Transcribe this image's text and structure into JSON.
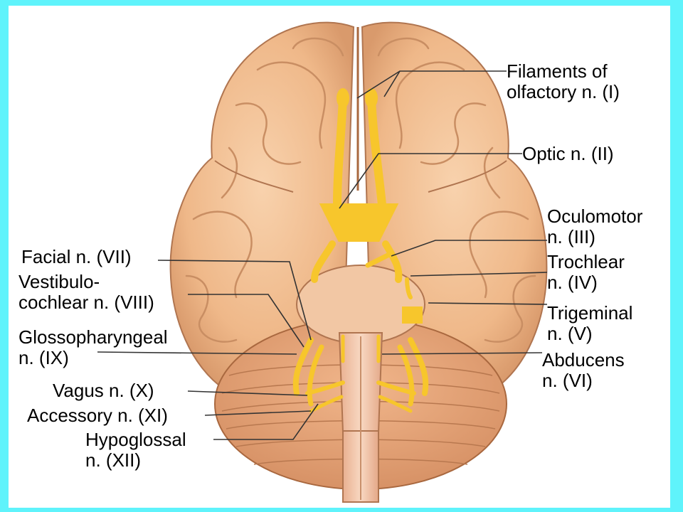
{
  "labels": {
    "olfactory": {
      "line1": "Filaments of",
      "line2": "olfactory n. (I)"
    },
    "optic": {
      "line1": "Optic n. (II)"
    },
    "oculomotor": {
      "line1": "Oculomotor",
      "line2": "n. (III)"
    },
    "trochlear": {
      "line1": "Trochlear",
      "line2": "n. (IV)"
    },
    "trigeminal": {
      "line1": "Trigeminal",
      "line2": "n. (V)"
    },
    "abducens": {
      "line1": "Abducens",
      "line2": "n. (VI)"
    },
    "facial": {
      "line1": "Facial n. (VII)"
    },
    "vestibulocochlear": {
      "line1": "Vestibulo-",
      "line2": "cochlear n. (VIII)"
    },
    "glossopharyngeal": {
      "line1": "Glossopharyngeal",
      "line2": "n. (IX)"
    },
    "vagus": {
      "line1": "Vagus n. (X)"
    },
    "accessory": {
      "line1": "Accessory n. (XI)"
    },
    "hypoglossal": {
      "line1": "Hypoglossal",
      "line2": "n. (XII)"
    }
  },
  "colors": {
    "page_border": "#5ff3fb",
    "panel": "#ffffff",
    "cortex": "#efb889",
    "cortex_shadow": "#c98e63",
    "cerebellum": "#e7a57a",
    "nerve": "#f7c62c"
  }
}
